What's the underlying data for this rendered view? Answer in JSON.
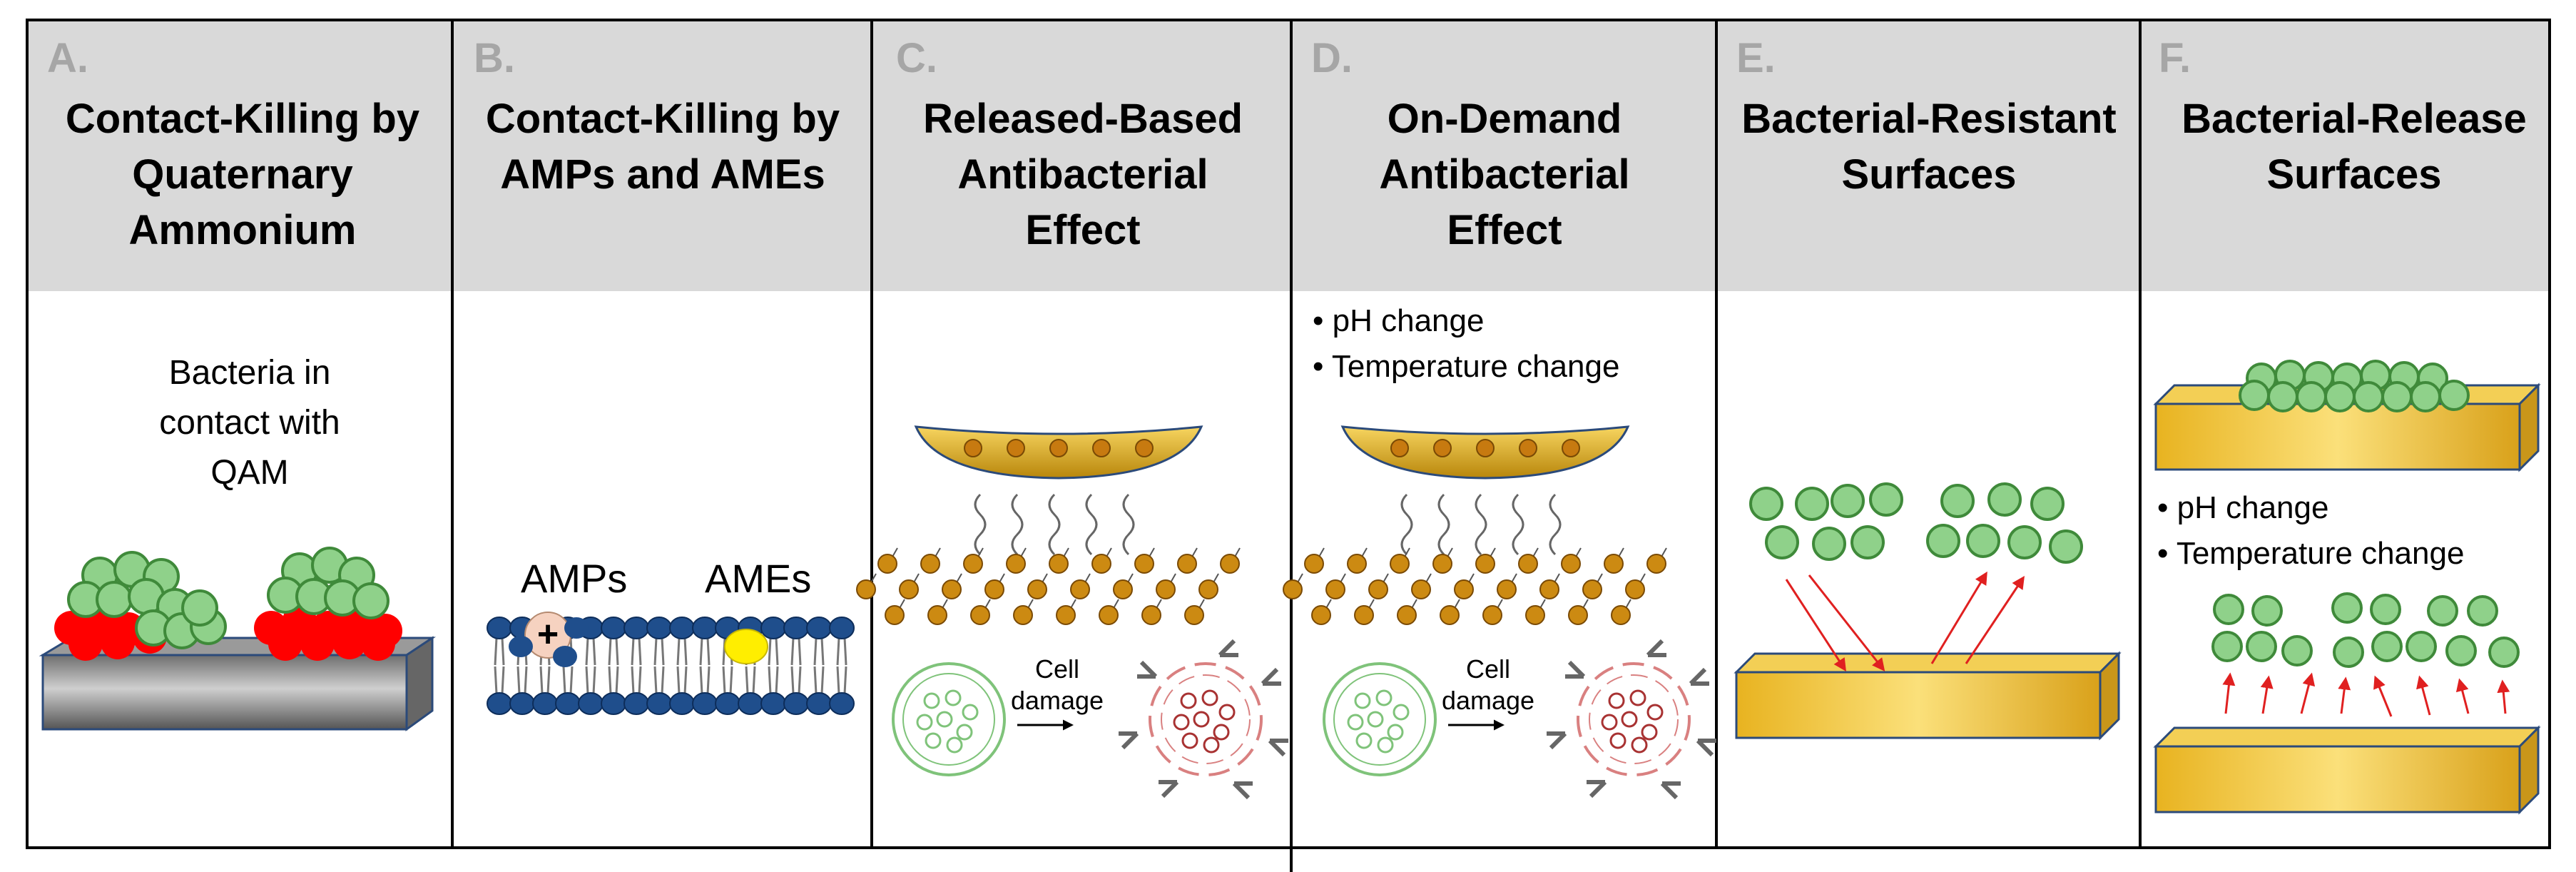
{
  "panels": [
    {
      "letter": "A.",
      "title": [
        "Contact-Killing by",
        "Quaternary",
        "Ammonium"
      ]
    },
    {
      "letter": "B.",
      "title": [
        "Contact-Killing by",
        "AMPs and AMEs"
      ]
    },
    {
      "letter": "C.",
      "title": [
        "Released-Based",
        "Antibacterial",
        "Effect"
      ]
    },
    {
      "letter": "D.",
      "title": [
        "On-Demand",
        "Antibacterial",
        "Effect"
      ]
    },
    {
      "letter": "E.",
      "title": [
        "Bacterial-Resistant",
        "Surfaces"
      ]
    },
    {
      "letter": "F.",
      "title": [
        "Bacterial-Release",
        "Surfaces"
      ]
    }
  ],
  "panel_a": {
    "caption": [
      "Bacteria in",
      "contact with",
      "QAM"
    ],
    "charges": "+ + + + + + +"
  },
  "panel_b": {
    "amps_label": "AMPs",
    "ames_label": "AMEs"
  },
  "panel_c": {
    "cell_damage": [
      "Cell",
      "damage"
    ]
  },
  "panel_d": {
    "triggers": [
      "• pH change",
      "• Temperature change"
    ],
    "cell_damage": [
      "Cell",
      "damage"
    ]
  },
  "panel_f": {
    "triggers": [
      "•  pH change",
      "•  Temperature change"
    ]
  },
  "colors": {
    "header_bg": "#d9d9d9",
    "bacteria_green": "#8fd18a",
    "bacteria_outline": "#3f8a3a",
    "qam_red": "#ff0000",
    "lipid_blue": "#1f4e8c",
    "gold": "#f0c23a",
    "arrow_red": "#e02020"
  }
}
